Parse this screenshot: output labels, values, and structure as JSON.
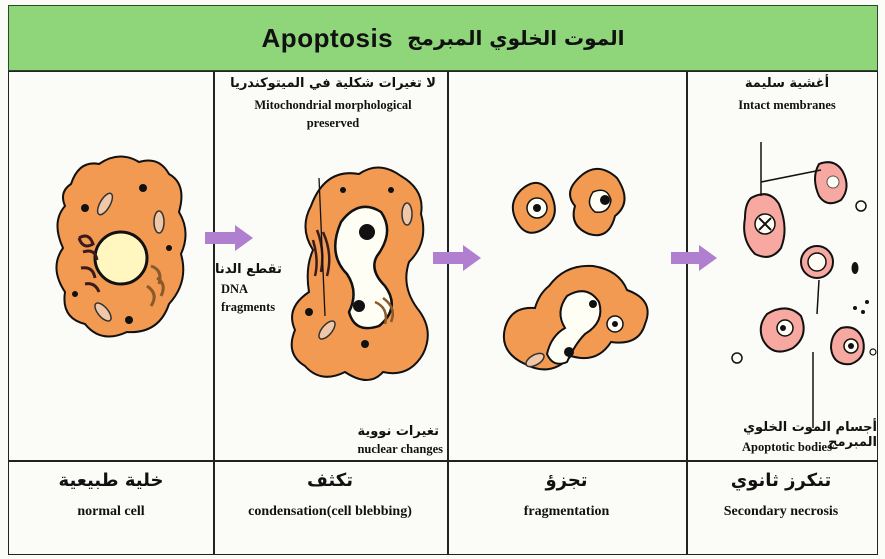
{
  "header": {
    "title_en": "Apoptosis",
    "title_ar": "الموت الخلوي المبرمج"
  },
  "stages": [
    {
      "caption_ar": "خلية طبيعية",
      "caption_en": "normal cell"
    },
    {
      "caption_ar": "تكثف",
      "caption_en": "condensation(cell blebbing)"
    },
    {
      "caption_ar": "تجزؤ",
      "caption_en": "fragmentation"
    },
    {
      "caption_ar": "تنكرز ثانوي",
      "caption_en": "Secondary necrosis"
    }
  ],
  "annotations": {
    "mito_ar": "لا تغيرات شكلية في الميتوكندريا",
    "mito_en_1": "Mitochondrial morphological",
    "mito_en_2": "preserved",
    "dna_ar": "تقطع الدنا",
    "dna_en_1": "DNA",
    "dna_en_2": "fragments",
    "nuclear_ar": "تغيرات نووية",
    "nuclear_en": "nuclear changes",
    "membranes_ar": "أغشية سليمة",
    "membranes_en": "Intact membranes",
    "bodies_ar": "أجسام الموت الخلوي المبرمج",
    "bodies_en": "Apoptotic bodies"
  },
  "colors": {
    "header_bg": "#8fd57a",
    "cell_fill": "#f39a52",
    "arrow": "#b07fd0",
    "outline": "#111111"
  }
}
